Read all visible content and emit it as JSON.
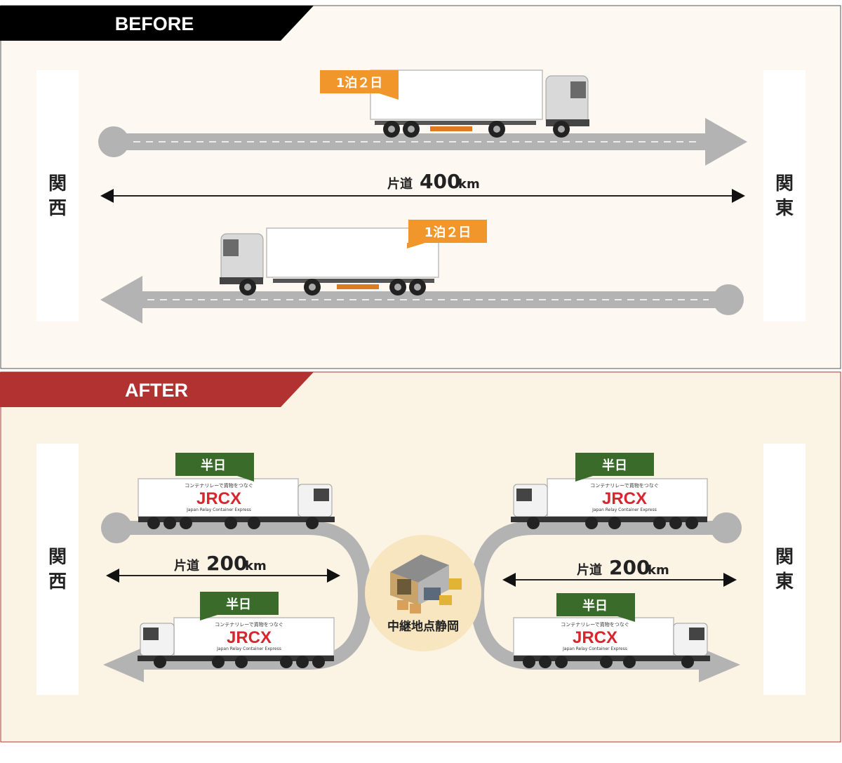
{
  "before": {
    "header": "BEFORE",
    "header_color": "#000000",
    "bg_color": "#fdf9f2",
    "left_region": [
      "関",
      "西"
    ],
    "right_region": [
      "関",
      "東"
    ],
    "distance_prefix": "片道",
    "distance_value": "400",
    "distance_unit": "km",
    "top_truck_badge": "1泊２日",
    "bottom_truck_badge": "1泊２日",
    "badge_color": "#f0962a"
  },
  "after": {
    "header": "AFTER",
    "header_color": "#b23232",
    "bg_color": "#fbf3e4",
    "left_region": [
      "関",
      "西"
    ],
    "right_region": [
      "関",
      "東"
    ],
    "left_distance_prefix": "片道",
    "left_distance_value": "200",
    "left_distance_unit": "km",
    "right_distance_prefix": "片道",
    "right_distance_value": "200",
    "right_distance_unit": "km",
    "badge_color": "#3a6b2a",
    "truck_badges": [
      "半日",
      "半日",
      "半日",
      "半日"
    ],
    "relay_label": "中継地点静岡",
    "container_tagline": "コンテナリレーで貨物をつなぐ",
    "container_brand": "JRCX",
    "container_subtitle": "Japan Relay Container Express",
    "brand_color": "#d9262e"
  },
  "icons": [
    "truck-icon",
    "warehouse-icon",
    "arrow-icon"
  ]
}
